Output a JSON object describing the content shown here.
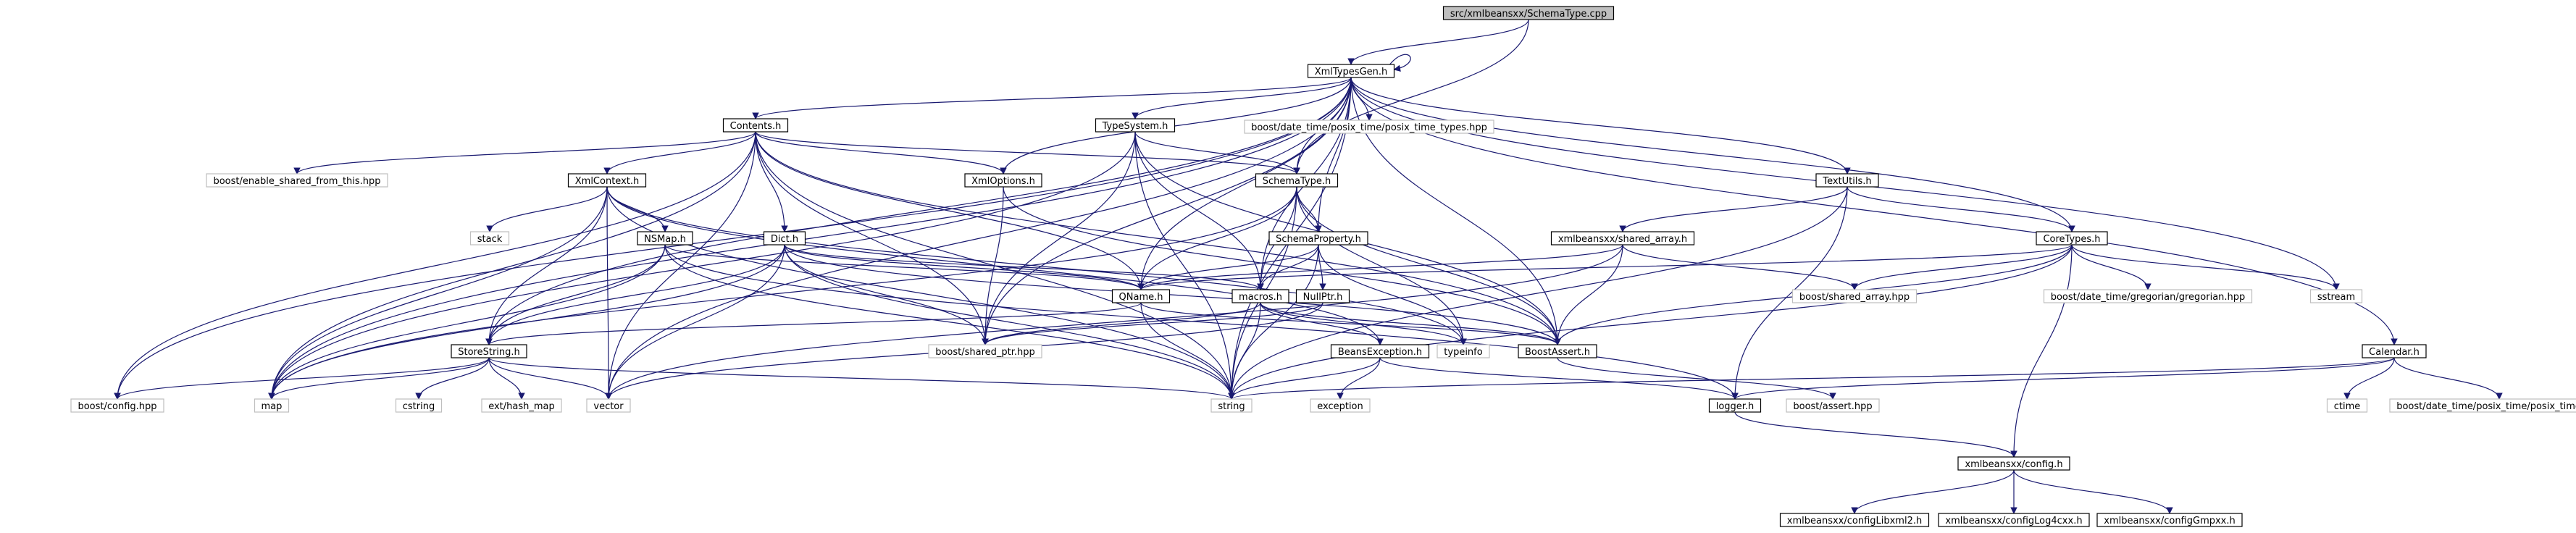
{
  "diagram": {
    "kind": "include-dependency-graph",
    "nodes": [
      {
        "id": "root",
        "label": "src/xmlbeansxx/SchemaType.cpp",
        "style": "root"
      },
      {
        "id": "xtg",
        "label": "XmlTypesGen.h",
        "style": "local"
      },
      {
        "id": "contents",
        "label": "Contents.h",
        "style": "local"
      },
      {
        "id": "typesystem",
        "label": "TypeSystem.h",
        "style": "local"
      },
      {
        "id": "posixtypes",
        "label": "boost/date_time/posix_time/posix_time_types.hpp",
        "style": "system"
      },
      {
        "id": "enableshared",
        "label": "boost/enable_shared_from_this.hpp",
        "style": "system"
      },
      {
        "id": "xmlcontext",
        "label": "XmlContext.h",
        "style": "local"
      },
      {
        "id": "xmloptions",
        "label": "XmlOptions.h",
        "style": "local"
      },
      {
        "id": "schematype",
        "label": "SchemaType.h",
        "style": "local"
      },
      {
        "id": "textutils",
        "label": "TextUtils.h",
        "style": "local"
      },
      {
        "id": "stack",
        "label": "stack",
        "style": "system"
      },
      {
        "id": "nsmap",
        "label": "NSMap.h",
        "style": "local"
      },
      {
        "id": "dict",
        "label": "Dict.h",
        "style": "local"
      },
      {
        "id": "schemaprop",
        "label": "SchemaProperty.h",
        "style": "local"
      },
      {
        "id": "sharedarray",
        "label": "xmlbeansxx/shared_array.h",
        "style": "local"
      },
      {
        "id": "coretypes",
        "label": "CoreTypes.h",
        "style": "local"
      },
      {
        "id": "qname",
        "label": "QName.h",
        "style": "local"
      },
      {
        "id": "macros",
        "label": "macros.h",
        "style": "local"
      },
      {
        "id": "nullptr",
        "label": "NullPtr.h",
        "style": "local"
      },
      {
        "id": "sharedarrayhpp",
        "label": "boost/shared_array.hpp",
        "style": "system"
      },
      {
        "id": "gregorian",
        "label": "boost/date_time/gregorian/gregorian.hpp",
        "style": "system"
      },
      {
        "id": "sstream",
        "label": "sstream",
        "style": "system"
      },
      {
        "id": "sharedptr",
        "label": "boost/shared_ptr.hpp",
        "style": "system"
      },
      {
        "id": "typeinfo",
        "label": "typeinfo",
        "style": "system"
      },
      {
        "id": "boostassert",
        "label": "BoostAssert.h",
        "style": "local"
      },
      {
        "id": "storestring",
        "label": "StoreString.h",
        "style": "local"
      },
      {
        "id": "beansexc",
        "label": "BeansException.h",
        "style": "local"
      },
      {
        "id": "calendar",
        "label": "Calendar.h",
        "style": "local"
      },
      {
        "id": "boostconfig",
        "label": "boost/config.hpp",
        "style": "system"
      },
      {
        "id": "map",
        "label": "map",
        "style": "system"
      },
      {
        "id": "cstring",
        "label": "cstring",
        "style": "system"
      },
      {
        "id": "hashmap",
        "label": "ext/hash_map",
        "style": "system"
      },
      {
        "id": "vector",
        "label": "vector",
        "style": "system"
      },
      {
        "id": "string",
        "label": "string",
        "style": "system"
      },
      {
        "id": "exception",
        "label": "exception",
        "style": "system"
      },
      {
        "id": "logger",
        "label": "logger.h",
        "style": "local"
      },
      {
        "id": "boostasserthpp",
        "label": "boost/assert.hpp",
        "style": "system"
      },
      {
        "id": "ctime",
        "label": "ctime",
        "style": "system"
      },
      {
        "id": "posixtime",
        "label": "boost/date_time/posix_time/posix_time.hpp",
        "style": "system"
      },
      {
        "id": "config",
        "label": "xmlbeansxx/config.h",
        "style": "local"
      },
      {
        "id": "cfglibxml2",
        "label": "xmlbeansxx/configLibxml2.h",
        "style": "local"
      },
      {
        "id": "cfglog4cxx",
        "label": "xmlbeansxx/configLog4cxx.h",
        "style": "local"
      },
      {
        "id": "cfggmpxx",
        "label": "xmlbeansxx/configGmpxx.h",
        "style": "local"
      }
    ],
    "edges": [
      [
        "root",
        "xtg"
      ],
      [
        "root",
        "schematype"
      ],
      [
        "xtg",
        "xtg"
      ],
      [
        "xtg",
        "contents"
      ],
      [
        "xtg",
        "typesystem"
      ],
      [
        "xtg",
        "posixtypes"
      ],
      [
        "xtg",
        "xmloptions"
      ],
      [
        "xtg",
        "schematype"
      ],
      [
        "xtg",
        "textutils"
      ],
      [
        "xtg",
        "schemaprop"
      ],
      [
        "xtg",
        "coretypes"
      ],
      [
        "xtg",
        "calendar"
      ],
      [
        "xtg",
        "qname"
      ],
      [
        "xtg",
        "macros"
      ],
      [
        "xtg",
        "sharedptr"
      ],
      [
        "xtg",
        "boostassert"
      ],
      [
        "xtg",
        "storestring"
      ],
      [
        "xtg",
        "boostconfig"
      ],
      [
        "xtg",
        "map"
      ],
      [
        "xtg",
        "vector"
      ],
      [
        "xtg",
        "string"
      ],
      [
        "xtg",
        "sstream"
      ],
      [
        "contents",
        "enableshared"
      ],
      [
        "contents",
        "xmlcontext"
      ],
      [
        "contents",
        "xmloptions"
      ],
      [
        "contents",
        "schematype"
      ],
      [
        "contents",
        "dict"
      ],
      [
        "contents",
        "qname"
      ],
      [
        "contents",
        "sharedptr"
      ],
      [
        "contents",
        "boostassert"
      ],
      [
        "contents",
        "string"
      ],
      [
        "contents",
        "vector"
      ],
      [
        "contents",
        "map"
      ],
      [
        "contents",
        "boostconfig"
      ],
      [
        "typesystem",
        "schematype"
      ],
      [
        "typesystem",
        "macros"
      ],
      [
        "typesystem",
        "sharedptr"
      ],
      [
        "typesystem",
        "string"
      ],
      [
        "typesystem",
        "boostassert"
      ],
      [
        "typesystem",
        "map"
      ],
      [
        "xmlcontext",
        "stack"
      ],
      [
        "xmlcontext",
        "nsmap"
      ],
      [
        "xmlcontext",
        "storestring"
      ],
      [
        "xmlcontext",
        "map"
      ],
      [
        "xmlcontext",
        "vector"
      ],
      [
        "xmlcontext",
        "string"
      ],
      [
        "xmlcontext",
        "typeinfo"
      ],
      [
        "xmlcontext",
        "beansexc"
      ],
      [
        "xmloptions",
        "sharedptr"
      ],
      [
        "xmloptions",
        "boostassert"
      ],
      [
        "schematype",
        "schemaprop"
      ],
      [
        "schematype",
        "qname"
      ],
      [
        "schematype",
        "macros"
      ],
      [
        "schematype",
        "typeinfo"
      ],
      [
        "schematype",
        "map"
      ],
      [
        "schematype",
        "boostassert"
      ],
      [
        "schematype",
        "string"
      ],
      [
        "textutils",
        "sharedarray"
      ],
      [
        "textutils",
        "coretypes"
      ],
      [
        "textutils",
        "string"
      ],
      [
        "textutils",
        "logger"
      ],
      [
        "nsmap",
        "qname"
      ],
      [
        "nsmap",
        "storestring"
      ],
      [
        "nsmap",
        "map"
      ],
      [
        "nsmap",
        "string"
      ],
      [
        "nsmap",
        "logger"
      ],
      [
        "dict",
        "qname"
      ],
      [
        "dict",
        "storestring"
      ],
      [
        "dict",
        "sharedptr"
      ],
      [
        "dict",
        "map"
      ],
      [
        "dict",
        "vector"
      ],
      [
        "dict",
        "string"
      ],
      [
        "dict",
        "boostassert"
      ],
      [
        "dict",
        "macros"
      ],
      [
        "schemaprop",
        "qname"
      ],
      [
        "schemaprop",
        "macros"
      ],
      [
        "schemaprop",
        "nullptr"
      ],
      [
        "schemaprop",
        "string"
      ],
      [
        "schemaprop",
        "typeinfo"
      ],
      [
        "sharedarray",
        "sharedarrayhpp"
      ],
      [
        "sharedarray",
        "boostassert"
      ],
      [
        "sharedarray",
        "qname"
      ],
      [
        "sharedarray",
        "vector"
      ],
      [
        "coretypes",
        "sharedarrayhpp"
      ],
      [
        "coretypes",
        "gregorian"
      ],
      [
        "coretypes",
        "sstream"
      ],
      [
        "coretypes",
        "qname"
      ],
      [
        "coretypes",
        "boostassert"
      ],
      [
        "coretypes",
        "config"
      ],
      [
        "coretypes",
        "string"
      ],
      [
        "qname",
        "storestring"
      ],
      [
        "qname",
        "string"
      ],
      [
        "qname",
        "boostassert"
      ],
      [
        "macros",
        "beansexc"
      ],
      [
        "macros",
        "sharedptr"
      ],
      [
        "macros",
        "boostassert"
      ],
      [
        "macros",
        "typeinfo"
      ],
      [
        "macros",
        "string"
      ],
      [
        "nullptr",
        "sharedptr"
      ],
      [
        "nullptr",
        "vector"
      ],
      [
        "storestring",
        "boostconfig"
      ],
      [
        "storestring",
        "map"
      ],
      [
        "storestring",
        "cstring"
      ],
      [
        "storestring",
        "hashmap"
      ],
      [
        "storestring",
        "vector"
      ],
      [
        "storestring",
        "string"
      ],
      [
        "beansexc",
        "exception"
      ],
      [
        "beansexc",
        "string"
      ],
      [
        "beansexc",
        "logger"
      ],
      [
        "boostassert",
        "boostasserthpp"
      ],
      [
        "calendar",
        "ctime"
      ],
      [
        "calendar",
        "posixtime"
      ],
      [
        "calendar",
        "string"
      ],
      [
        "calendar",
        "logger"
      ],
      [
        "logger",
        "config"
      ],
      [
        "config",
        "cfglibxml2"
      ],
      [
        "config",
        "cfglog4cxx"
      ],
      [
        "config",
        "cfggmpxx"
      ]
    ]
  }
}
